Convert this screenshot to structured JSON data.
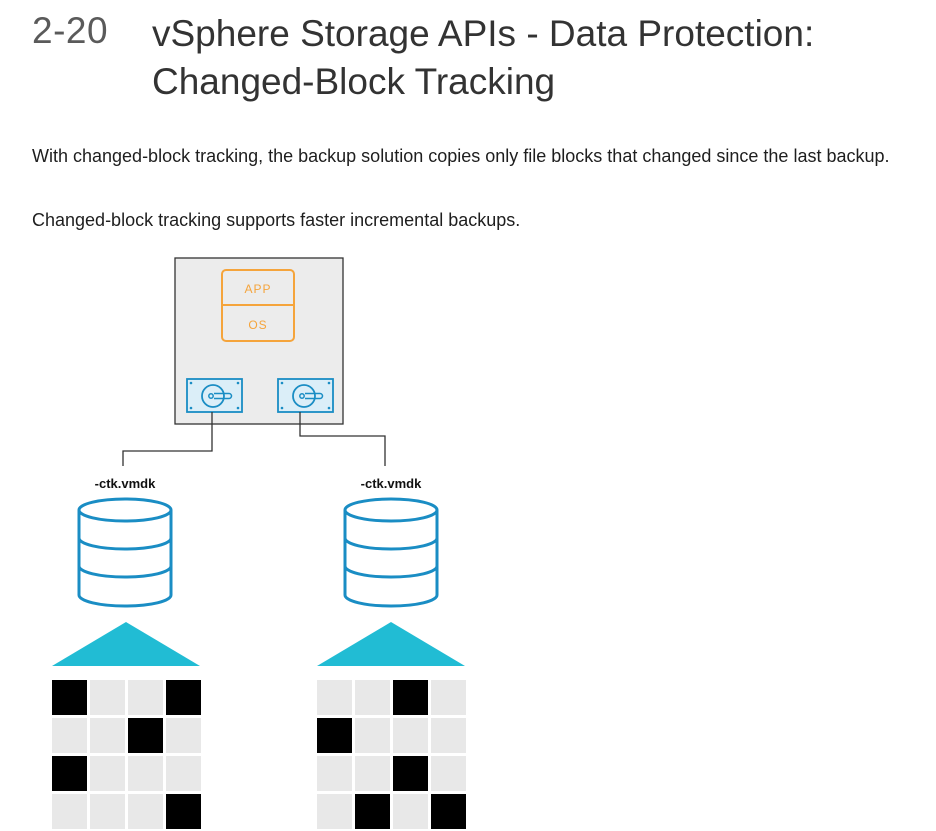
{
  "header": {
    "number": "2-20",
    "title_line1": "vSphere Storage APIs - Data Protection:",
    "title_line2": "Changed-Block Tracking"
  },
  "body": {
    "paragraph1": "With changed-block tracking, the backup solution copies only file blocks that changed since the last backup.",
    "paragraph2": "Changed-block tracking supports faster incremental backups."
  },
  "diagram": {
    "vm": {
      "app_label": "APP",
      "os_label": "OS"
    },
    "datastores": [
      {
        "label": "-ctk.vmdk",
        "blocks": [
          [
            1,
            0,
            0,
            1
          ],
          [
            0,
            0,
            1,
            0
          ],
          [
            1,
            0,
            0,
            0
          ],
          [
            0,
            0,
            0,
            1
          ]
        ]
      },
      {
        "label": "-ctk.vmdk",
        "blocks": [
          [
            0,
            0,
            1,
            0
          ],
          [
            1,
            0,
            0,
            0
          ],
          [
            0,
            0,
            1,
            0
          ],
          [
            0,
            1,
            0,
            1
          ]
        ]
      }
    ],
    "colors": {
      "orange": "#f5a43b",
      "blue": "#1a8dc4",
      "teal": "#21bcd4",
      "block_changed": "#000000",
      "block_unchanged": "#e8e8e8",
      "vm_fill": "#ececec",
      "vm_stroke": "#333333"
    }
  }
}
